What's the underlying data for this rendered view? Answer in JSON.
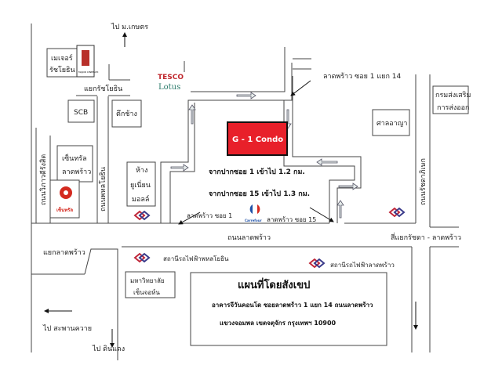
{
  "title": "แผนที่โดยสังเขป",
  "address": {
    "line1": "อาคารจีวันคอนโด ซอยลาดพร้าว 1 แยก 14 ถนนลาดพร้าว",
    "line2": "แขวงจอมพล เขตจตุจักร กรุงเทพฯ 10900"
  },
  "destination": {
    "label": "G - 1 Condo",
    "color": "#e8202a"
  },
  "landmarks": {
    "major": "เมเจอร์",
    "major2": "รัชโยธิน",
    "major_logo": "MAJOR CINEPLEX",
    "scb": "SCB",
    "tuk_chang": "ตึกช้าง",
    "tesco": "TESCO",
    "lotus": "Lotus",
    "central1": "เซ็นทรัล",
    "central2": "ลาดพร้าว",
    "central_logo": "เซ็นทรัล",
    "union1": "ห้าง",
    "union2": "ยูเนี่ยน",
    "union3": "มอลล์",
    "court": "ศาลอาญา",
    "dep1": "กรมส่งเสริม",
    "dep2": "การส่งออก",
    "uni1": "มหาวิทยาลัย",
    "uni2": "เซ็นจอห์น",
    "carrefour": "Carrefour"
  },
  "roads": {
    "to_kaset": "ไป ม.เกษตร",
    "ratchayothin_junction": "แยกรัชโยธิน",
    "soi1_yaek14": "ลาดพร้าว ซอย 1 แยก 14",
    "vibhavadi": "ถนนวิภาวดีรังสิต",
    "phahonyothin": "ถนนพหลโยธิน",
    "ratchadaphisek": "ถนนรัชดาภิเษก",
    "from_soi1": "จากปากซอย 1 เข้าไป 1.2 กม.",
    "from_soi15": "จากปากซอย 15 เข้าไป 1.3 กม.",
    "soi1": "ลาดพร้าว ซอย 1",
    "soi15": "ลาดพร้าว ซอย 15",
    "ladprao_road": "ถนนลาดพร้าว",
    "ratchada_ladprao": "สี่แยกรัชดา - ลาดพร้าว",
    "ladprao_junction": "แยกลาดพร้าว",
    "mrt_phahon": "สถานีรถไฟฟ้าพหลโยธิน",
    "mrt_ladprao": "สถานีรถไฟฟ้าลาดพร้าว",
    "to_saphankhwai": "ไป สะพานควาย",
    "to_dindaeng": "ไป ดินแดง"
  }
}
